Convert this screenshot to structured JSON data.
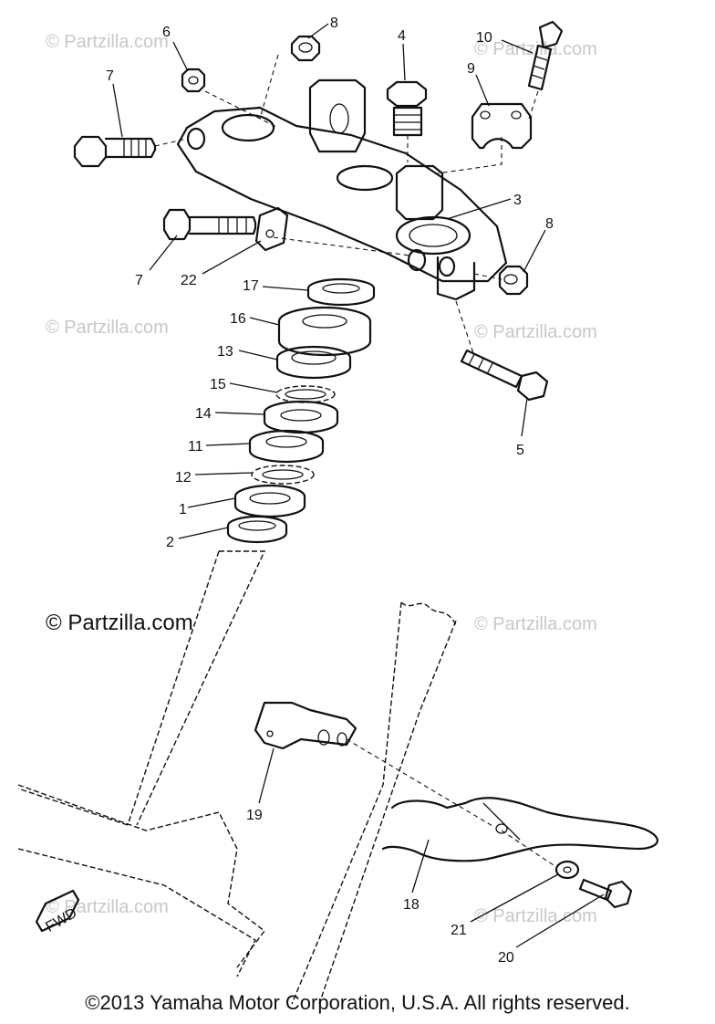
{
  "diagram": {
    "callouts": [
      {
        "id": "c1",
        "label": "1"
      },
      {
        "id": "c2",
        "label": "2"
      },
      {
        "id": "c3",
        "label": "3"
      },
      {
        "id": "c4",
        "label": "4"
      },
      {
        "id": "c5",
        "label": "5"
      },
      {
        "id": "c6",
        "label": "6"
      },
      {
        "id": "c7a",
        "label": "7"
      },
      {
        "id": "c7b",
        "label": "7"
      },
      {
        "id": "c8a",
        "label": "8"
      },
      {
        "id": "c8b",
        "label": "8"
      },
      {
        "id": "c9",
        "label": "9"
      },
      {
        "id": "c10",
        "label": "10"
      },
      {
        "id": "c11",
        "label": "11"
      },
      {
        "id": "c12",
        "label": "12"
      },
      {
        "id": "c13",
        "label": "13"
      },
      {
        "id": "c14",
        "label": "14"
      },
      {
        "id": "c15",
        "label": "15"
      },
      {
        "id": "c16",
        "label": "16"
      },
      {
        "id": "c17",
        "label": "17"
      },
      {
        "id": "c18",
        "label": "18"
      },
      {
        "id": "c19",
        "label": "19"
      },
      {
        "id": "c20",
        "label": "20"
      },
      {
        "id": "c21",
        "label": "21"
      },
      {
        "id": "c22",
        "label": "22"
      }
    ],
    "fwd_label": "FWD"
  },
  "watermarks": {
    "small": "© Partzilla.com",
    "large": "© Partzilla.com"
  },
  "footer": {
    "copyright": "©2013 Yamaha Motor Corporation, U.S.A. All rights reserved."
  }
}
